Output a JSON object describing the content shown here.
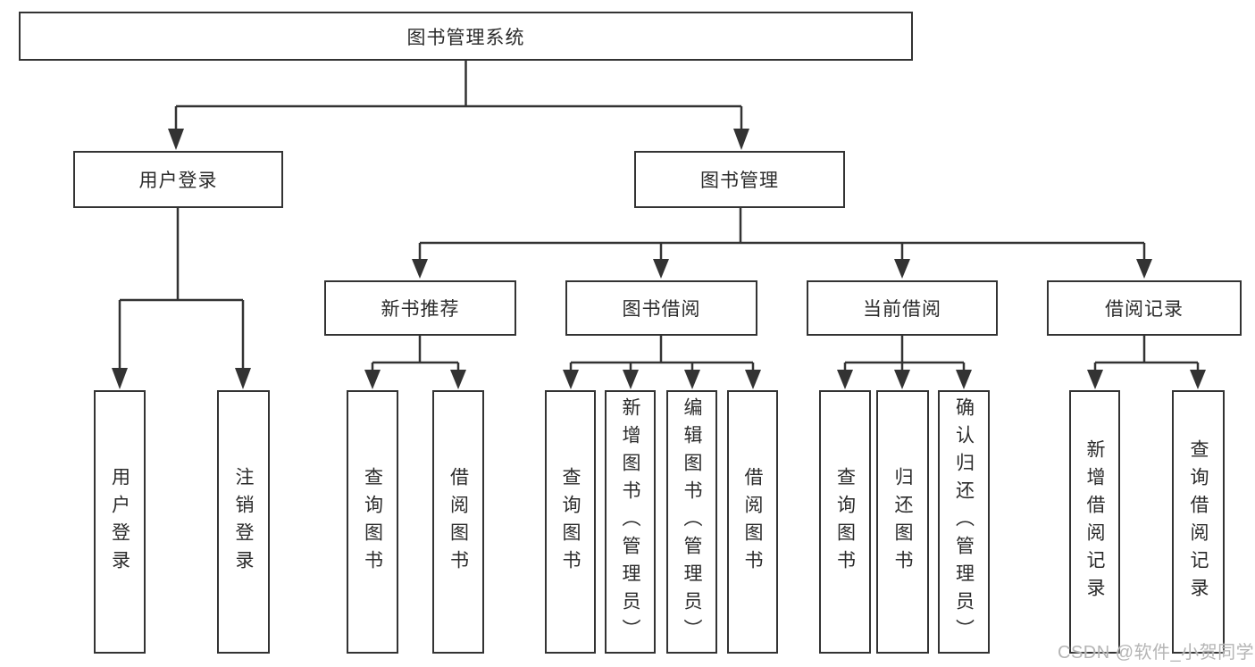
{
  "tree": {
    "root": "图书管理系统",
    "user_login": {
      "label": "用户登录",
      "children": [
        "用户登录",
        "注销登录"
      ]
    },
    "book_mgmt": {
      "label": "图书管理",
      "sections": [
        {
          "label": "新书推荐",
          "children": [
            "查询图书",
            "借阅图书"
          ]
        },
        {
          "label": "图书借阅",
          "children": [
            "查询图书",
            "新增图书（管理员）",
            "编辑图书（管理员）",
            "借阅图书"
          ]
        },
        {
          "label": "当前借阅",
          "children": [
            "查询图书",
            "归还图书",
            "确认归还（管理员）"
          ]
        },
        {
          "label": "借阅记录",
          "children": [
            "新增借阅记录",
            "查询借阅记录"
          ]
        }
      ]
    }
  },
  "watermark": "CSDN @软件_小贺同学",
  "colors": {
    "line": "#333333",
    "text": "#2b2b2b",
    "background": "#ffffff",
    "watermark": "#b5b5b5"
  }
}
